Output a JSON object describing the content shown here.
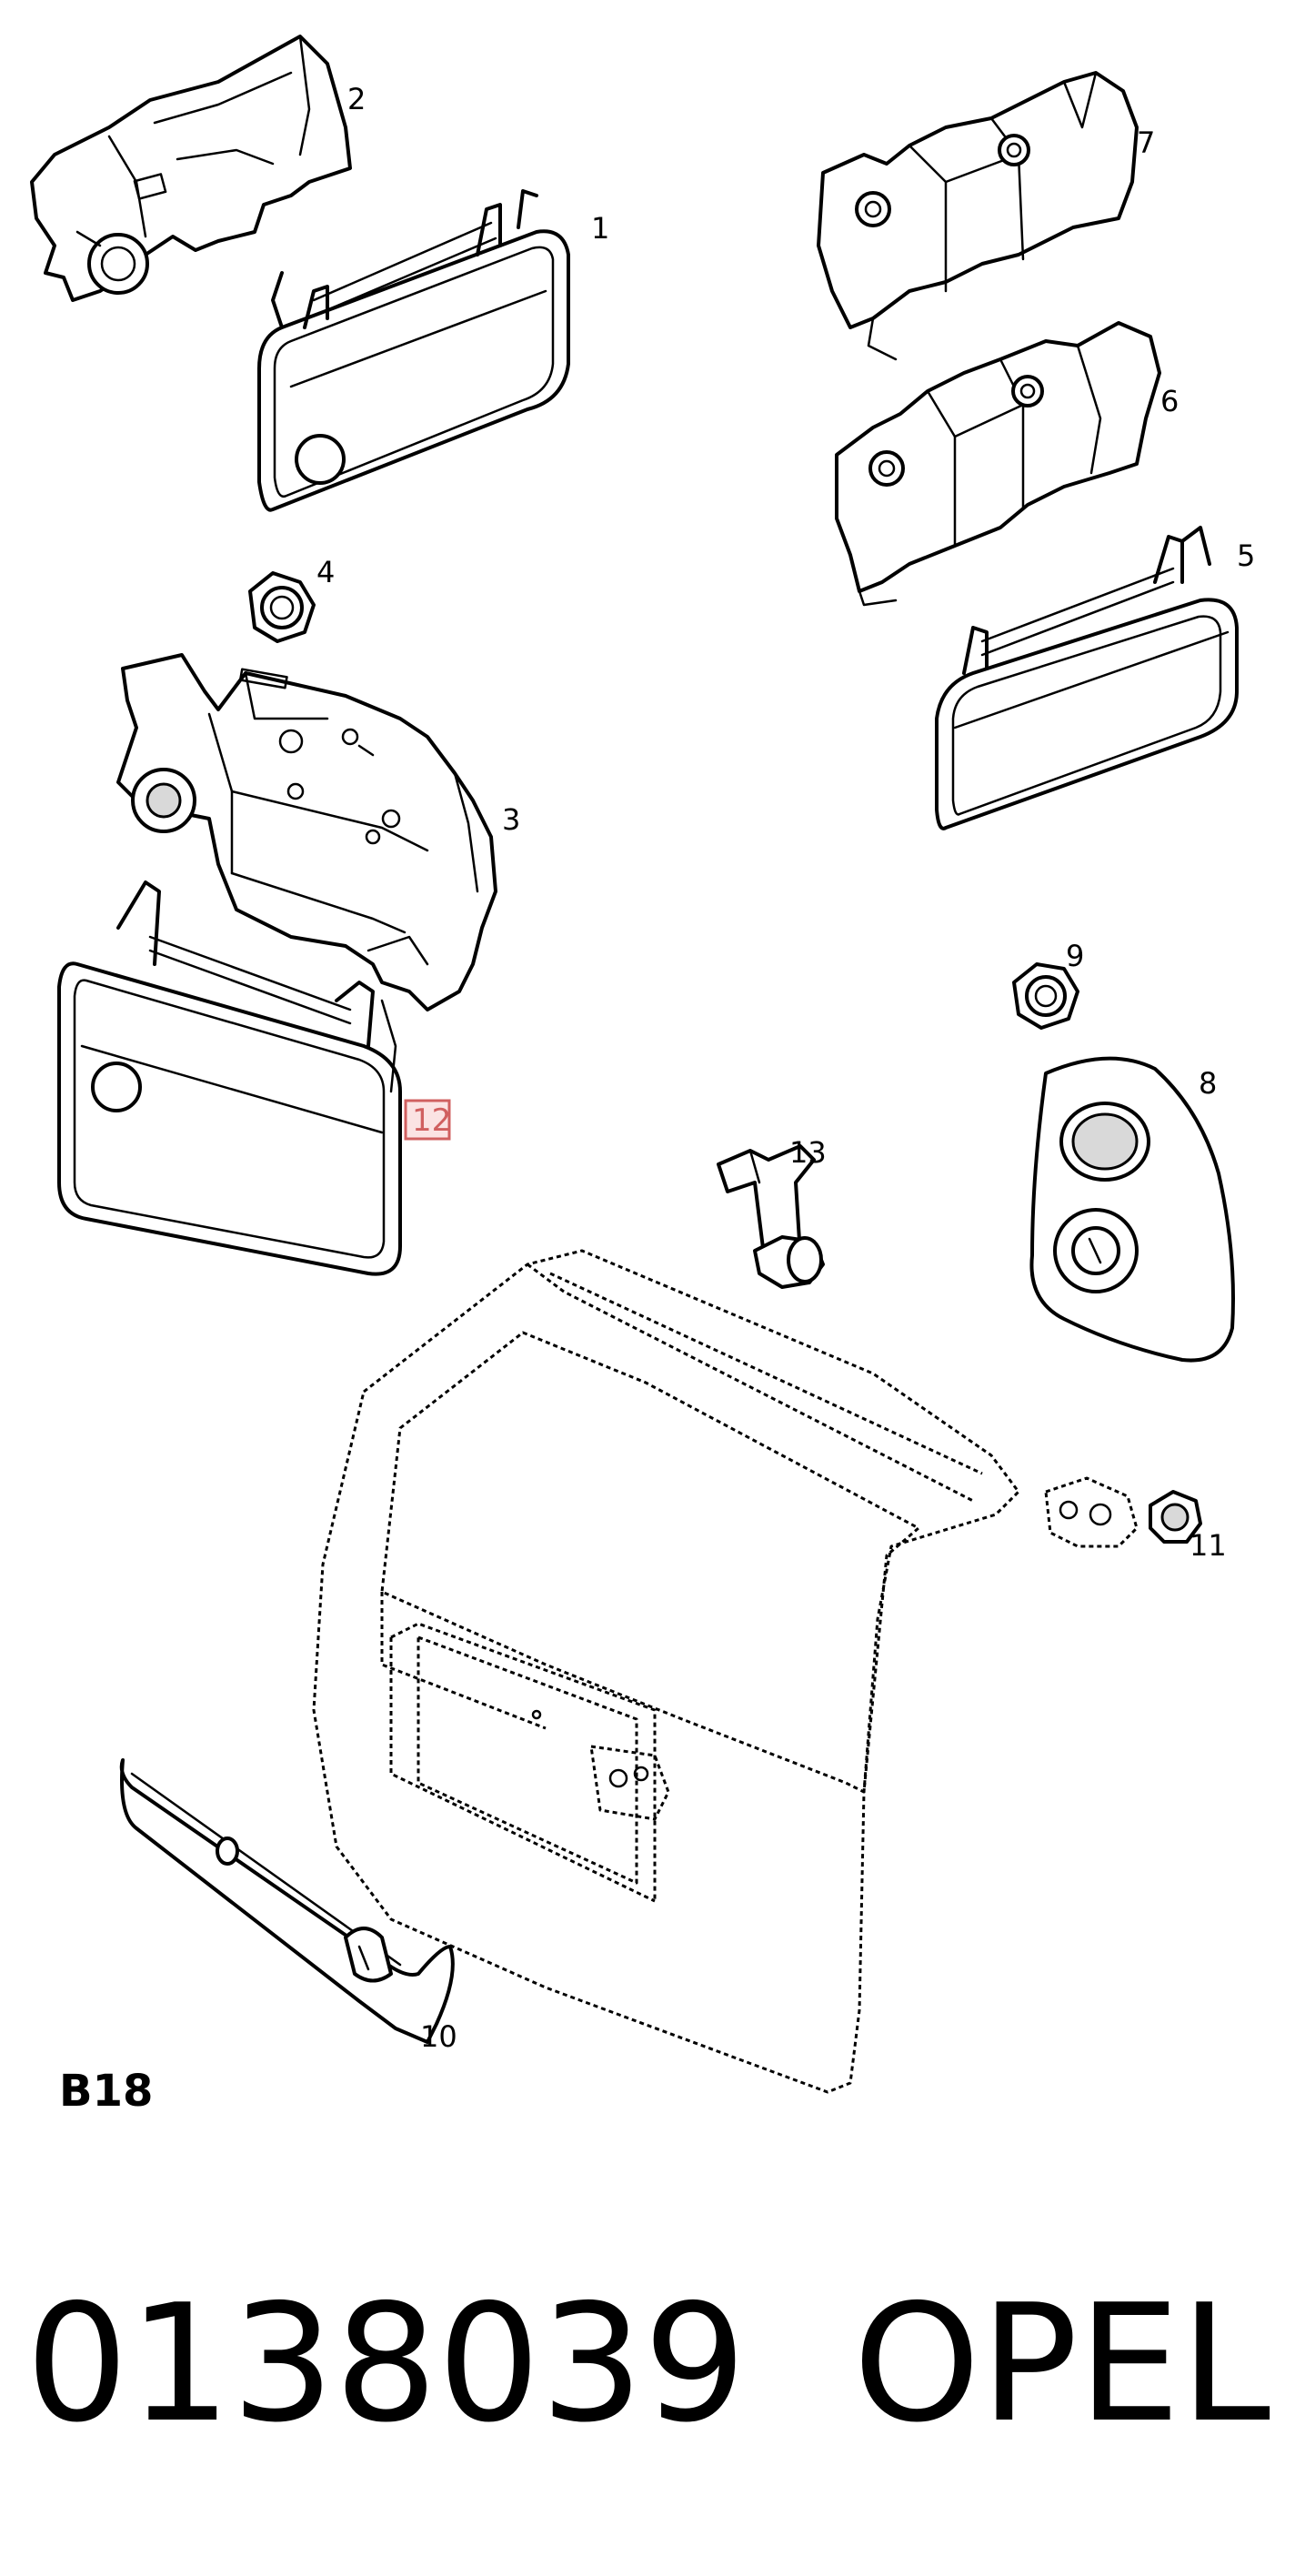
{
  "diagram": {
    "section_label": "B18",
    "highlight_color": "#d06060",
    "callouts": [
      {
        "id": "1",
        "label": "1",
        "highlighted": false
      },
      {
        "id": "2",
        "label": "2",
        "highlighted": false
      },
      {
        "id": "3",
        "label": "3",
        "highlighted": false
      },
      {
        "id": "4",
        "label": "4",
        "highlighted": false
      },
      {
        "id": "5",
        "label": "5",
        "highlighted": false
      },
      {
        "id": "6",
        "label": "6",
        "highlighted": false
      },
      {
        "id": "7",
        "label": "7",
        "highlighted": false
      },
      {
        "id": "8",
        "label": "8",
        "highlighted": false
      },
      {
        "id": "9",
        "label": "9",
        "highlighted": false
      },
      {
        "id": "10",
        "label": "10",
        "highlighted": false
      },
      {
        "id": "11",
        "label": "11",
        "highlighted": false
      },
      {
        "id": "12",
        "label": "12",
        "highlighted": true
      },
      {
        "id": "13",
        "label": "13",
        "highlighted": false
      }
    ]
  },
  "reference": {
    "part_number": "0138039",
    "brand": "OPEL"
  }
}
